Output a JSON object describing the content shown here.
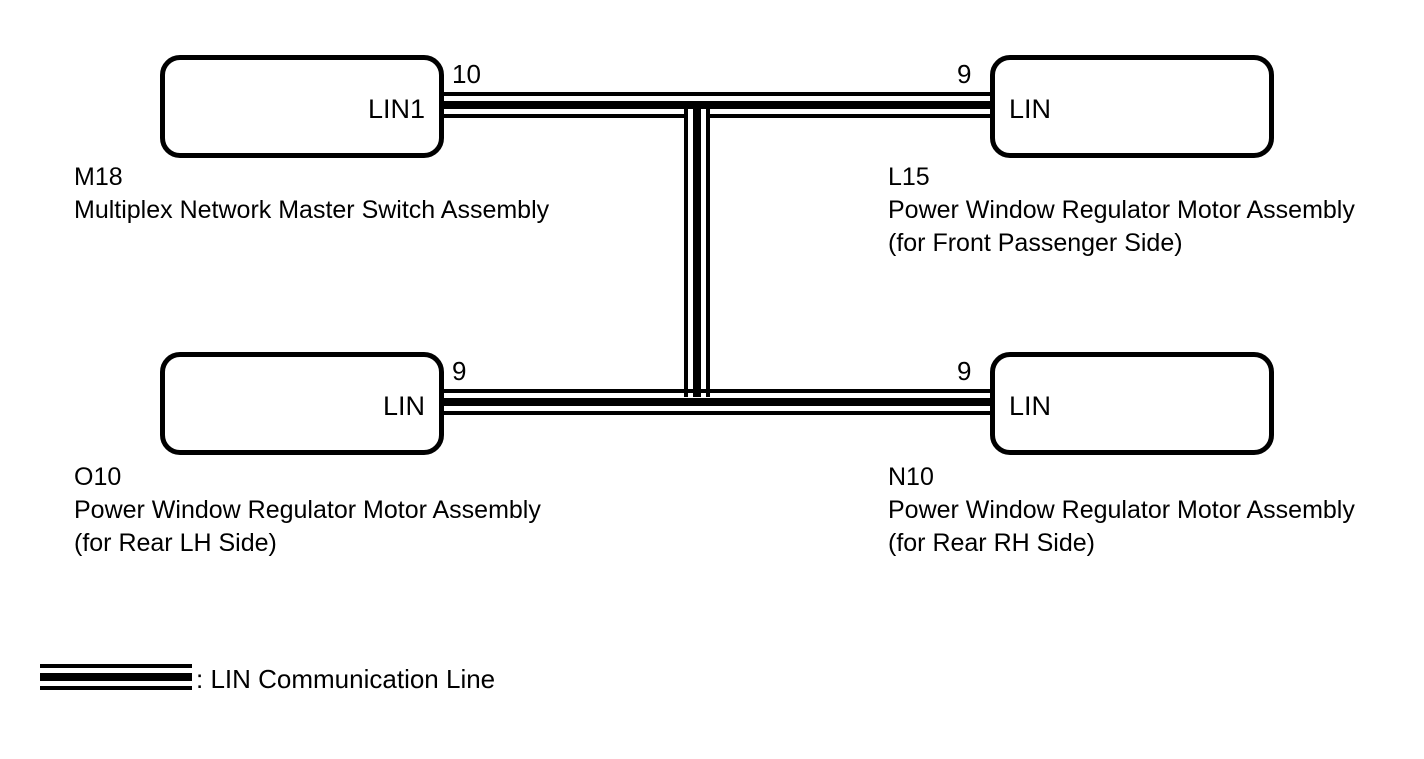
{
  "diagram": {
    "type": "lin-communication-wiring-diagram",
    "nodes": [
      {
        "id": "M18",
        "code": "M18",
        "name": "Multiplex Network Master Switch Assembly",
        "sub": "",
        "terminal_label": "LIN1",
        "pin_number": "10",
        "position": "top-left"
      },
      {
        "id": "L15",
        "code": "L15",
        "name": "Power Window Regulator Motor Assembly",
        "sub": "(for Front Passenger Side)",
        "terminal_label": "LIN",
        "pin_number": "9",
        "position": "top-right"
      },
      {
        "id": "O10",
        "code": "O10",
        "name": "Power Window Regulator Motor Assembly",
        "sub": "(for Rear LH Side)",
        "terminal_label": "LIN",
        "pin_number": "9",
        "position": "bottom-left"
      },
      {
        "id": "N10",
        "code": "N10",
        "name": "Power Window Regulator Motor Assembly",
        "sub": "(for Rear RH Side)",
        "terminal_label": "LIN",
        "pin_number": "9",
        "position": "bottom-right"
      }
    ],
    "connections": [
      {
        "from": "M18.10",
        "to": "L15.9",
        "line_type": "LIN Communication Line"
      },
      {
        "from": "O10.9",
        "to": "N10.9",
        "line_type": "LIN Communication Line"
      },
      {
        "from": "top-bus",
        "to": "bottom-bus",
        "line_type": "LIN Communication Line"
      }
    ],
    "legend": {
      "symbol": "lin-communication-line-swatch",
      "text": ": LIN Communication Line"
    },
    "colors": {
      "line": "#000000",
      "background": "#ffffff",
      "text": "#000000"
    }
  }
}
